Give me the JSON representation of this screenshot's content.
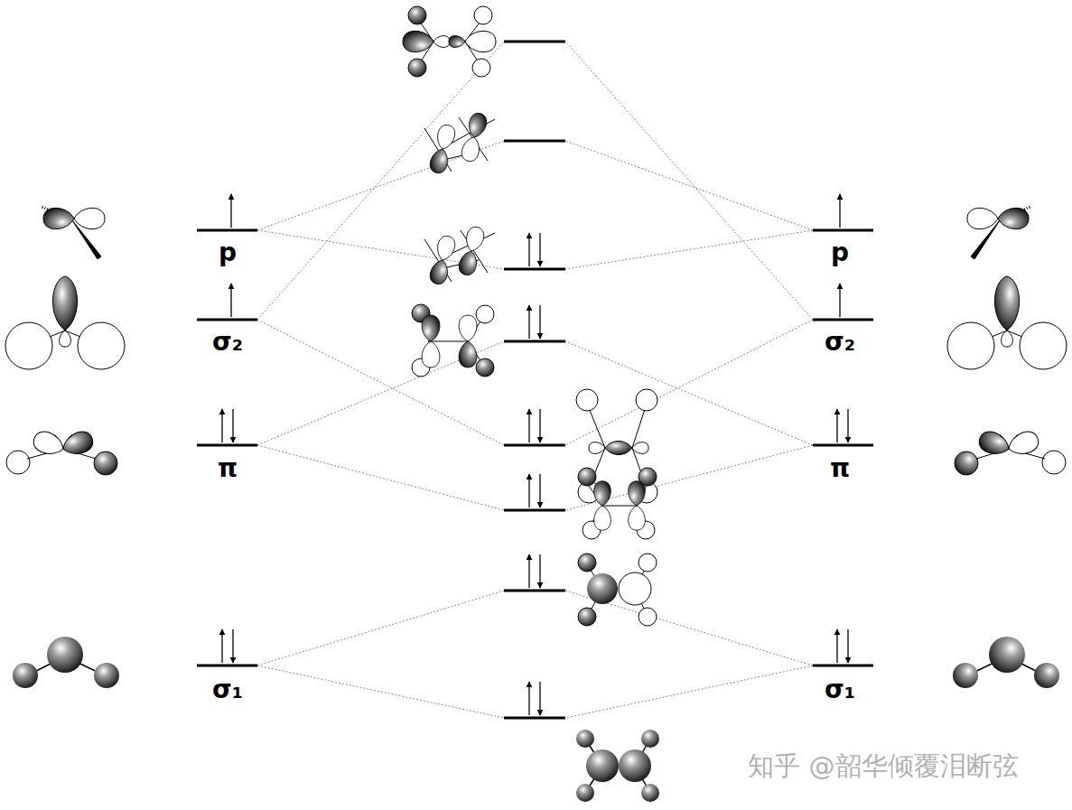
{
  "diagram": {
    "labels": [
      "p",
      "σ₂",
      "π",
      "σ₁",
      "p",
      "σ₂",
      "π",
      "σ₁",
      "知乎 @韶华倾覆泪断弦"
    ]
  }
}
